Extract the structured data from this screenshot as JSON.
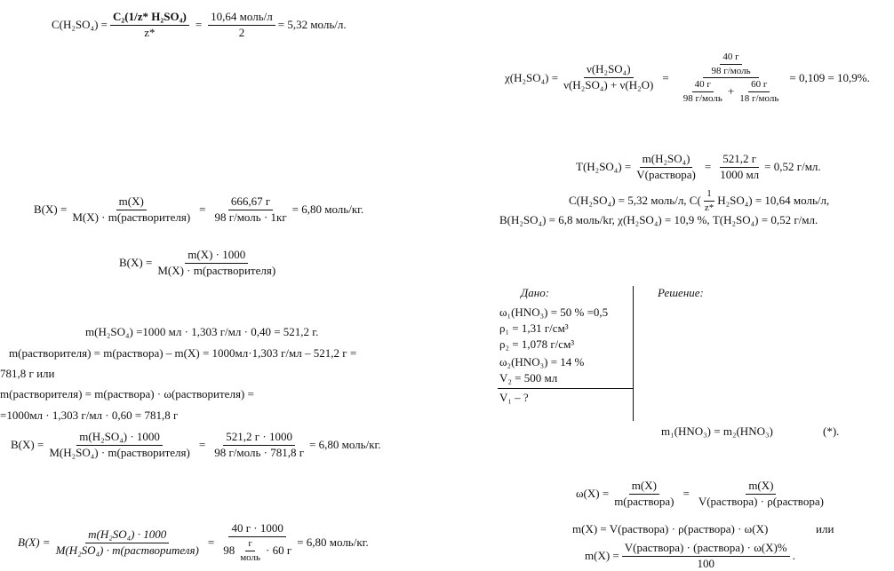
{
  "eq_c_h2so4": {
    "lhs": "C(H₂SO₄) =",
    "f1_num": "C₂(1/z* H₂SO₄)",
    "f1_den": "z*",
    "eq": "=",
    "f2_num": "10,64 моль/л",
    "f2_den": "2",
    "rhs": "= 5,32 моль/л."
  },
  "eq_chi": {
    "lhs": "χ(H₂SO₄) =",
    "f1_num": "ν(H₂SO₄)",
    "f1_den": "ν(H₂SO₄) + ν(H₂O)",
    "eq": "=",
    "top_num": "40 г",
    "top_den": "98 г/моль",
    "bot1_num": "40 г",
    "bot1_den": "98 г/моль",
    "plus": "+",
    "bot2_num": "60 г",
    "bot2_den": "18 г/моль",
    "rhs": "= 0,109 = 10,9%."
  },
  "eq_t": {
    "lhs": "T(H₂SO₄) =",
    "f1_num": "m(H₂SO₄)",
    "f1_den": "V(раствора)",
    "eq": "=",
    "f2_num": "521,2 г",
    "f2_den": "1000 мл",
    "rhs": "= 0,52 г/мл."
  },
  "summary": {
    "line1_a": "C(H₂SO₄) = 5,32 моль/л, C(",
    "line1_frac_num": "1",
    "line1_frac_den": "z*",
    "line1_b": "H₂SO₄) = 10,64 моль/л,",
    "line2": "B(H₂SO₄) = 6,8 моль/kг, χ(H₂SO₄) = 10,9 %, T(H₂SO₄) = 0,52 г/мл."
  },
  "eq_b1": {
    "lhs": "B(X) =",
    "f1_num": "m(X)",
    "f1_den": "M(X) · m(растворителя)",
    "eq": "=",
    "f2_num": "666,67 г",
    "f2_den": "98 г/моль · 1кг",
    "rhs": "= 6,80 моль/кг."
  },
  "eq_b2": {
    "lhs": "B(X) =",
    "f1_num": "m(X) · 1000",
    "f1_den": "M(X) · m(растворителя)"
  },
  "calc": {
    "l1": "m(H₂SO₄) =1000 мл · 1,303 г/мл · 0,40 = 521,2 г.",
    "l2": "m(растворителя) = m(раствора) – m(X) = 1000мл·1,303 г/мл – 521,2 г =",
    "l3": "781,8 г или",
    "l4": "m(растворителя) = m(раствора) · ω(растворителя) =",
    "l5": "=1000мл · 1,303 г/мл · 0,60 = 781,8 г"
  },
  "eq_b3": {
    "lhs": "B(X) =",
    "f1_num": "m(H₂SO₄) · 1000",
    "f1_den": "M(H₂SO₄) · m(растворителя)",
    "eq": "=",
    "f2_num": "521,2 г · 1000",
    "f2_den": "98 г/моль · 781,8 г",
    "rhs": "= 6,80 моль/кг."
  },
  "eq_b4": {
    "lhs": "B(X) =",
    "f1_num": "m(H₂SO₄) · 1000",
    "f1_den": "M(H₂SO₄) · m(растворителя)",
    "eq": "=",
    "f2_num": "40 г · 1000",
    "f2_den_a": "98",
    "f2_den_fnum": "г",
    "f2_den_fden": "моль",
    "f2_den_b": "· 60 г",
    "rhs": "= 6,80 моль/кг."
  },
  "given": {
    "title": "Дано:",
    "solution": "Решение:",
    "items": [
      "ω₁(HNO₃) = 50 % =0,5",
      "ρ₁ = 1,31 г/см³",
      "ρ₂ = 1,078 г/см³",
      "ω₂(HNO₃) = 14 %",
      "V₂ = 500 мл"
    ],
    "find": "V₁ – ?"
  },
  "eq_mass": {
    "text": "m₁(HNO₃) = m₂(HNO₃)",
    "tag": "(*)."
  },
  "eq_omega": {
    "lhs": "ω(X) =",
    "f1_num": "m(X)",
    "f1_den": "m(раствора)",
    "eq": "=",
    "f2_num": "m(X)",
    "f2_den": "V(раствора) · ρ(раствора)"
  },
  "eq_mx1": {
    "text": "m(X) = V(раствора) · ρ(раствора) · ω(X)",
    "or": "или"
  },
  "eq_mx2": {
    "lhs": "m(X) =",
    "f1_num": "V(раствора) · (раствора) · ω(X)%",
    "f1_den": "100",
    "rhs": "."
  }
}
